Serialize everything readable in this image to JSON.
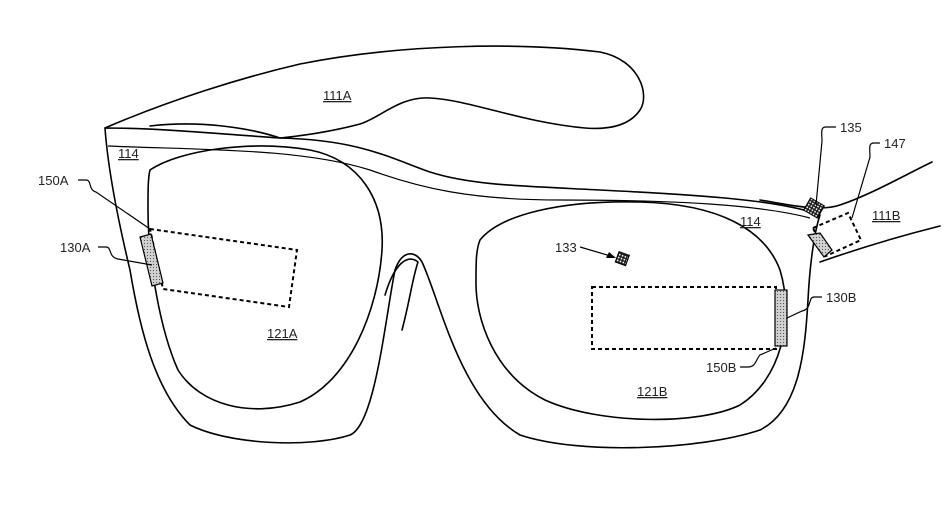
{
  "labels": {
    "temple_left": "111A",
    "frame_left": "114",
    "frame_right": "114",
    "display_left": "150A",
    "sensor_left": "130A",
    "lens_left": "121A",
    "marker": "133",
    "camera": "135",
    "module": "147",
    "temple_right": "111B",
    "sensor_right": "130B",
    "display_right": "150B",
    "lens_right": "121B"
  },
  "colors": {
    "line": "#000000",
    "fill_gray": "#b8b8b8"
  }
}
